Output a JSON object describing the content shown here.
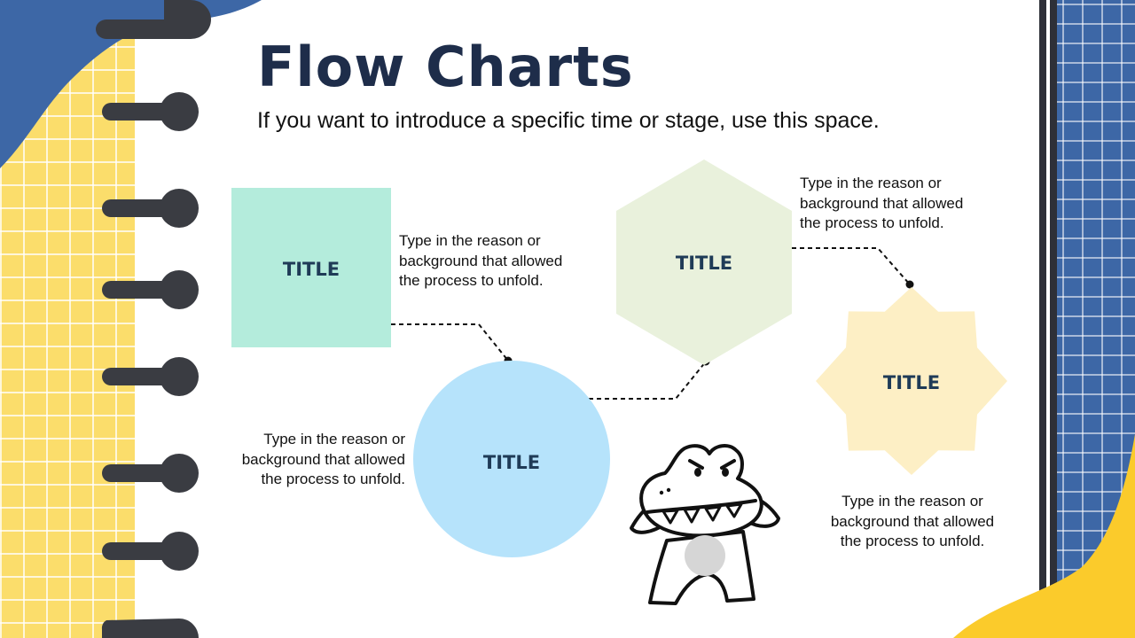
{
  "slide": {
    "title": "Flow Charts",
    "subtitle": "If you want to introduce a specific time or stage, use this space."
  },
  "nodes": [
    {
      "shape": "square",
      "label": "TITLE",
      "color": "#b4ecdc"
    },
    {
      "shape": "circle",
      "label": "TITLE",
      "color": "#b6e3fb"
    },
    {
      "shape": "hexagon",
      "label": "TITLE",
      "color": "#e9f1dc"
    },
    {
      "shape": "star",
      "label": "TITLE",
      "color": "#fdefc5"
    }
  ],
  "descriptions": [
    {
      "lines": [
        "Type in the reason or",
        "background that allowed",
        "the process to unfold."
      ]
    },
    {
      "lines": [
        "Type in the reason or",
        "background that allowed",
        "the process to unfold."
      ]
    },
    {
      "lines": [
        "Type in the reason or",
        "background that allowed",
        "the process to unfold."
      ]
    },
    {
      "lines": [
        "Type in the reason or",
        "background that allowed",
        "the process to unfold."
      ]
    }
  ],
  "theme": {
    "yellow": "#fbdd6b",
    "blue": "#3d67a6",
    "ring": "#3a3c42",
    "title_color": "#1e2d4a"
  },
  "illustration": {
    "name": "crocodile-mascot"
  }
}
